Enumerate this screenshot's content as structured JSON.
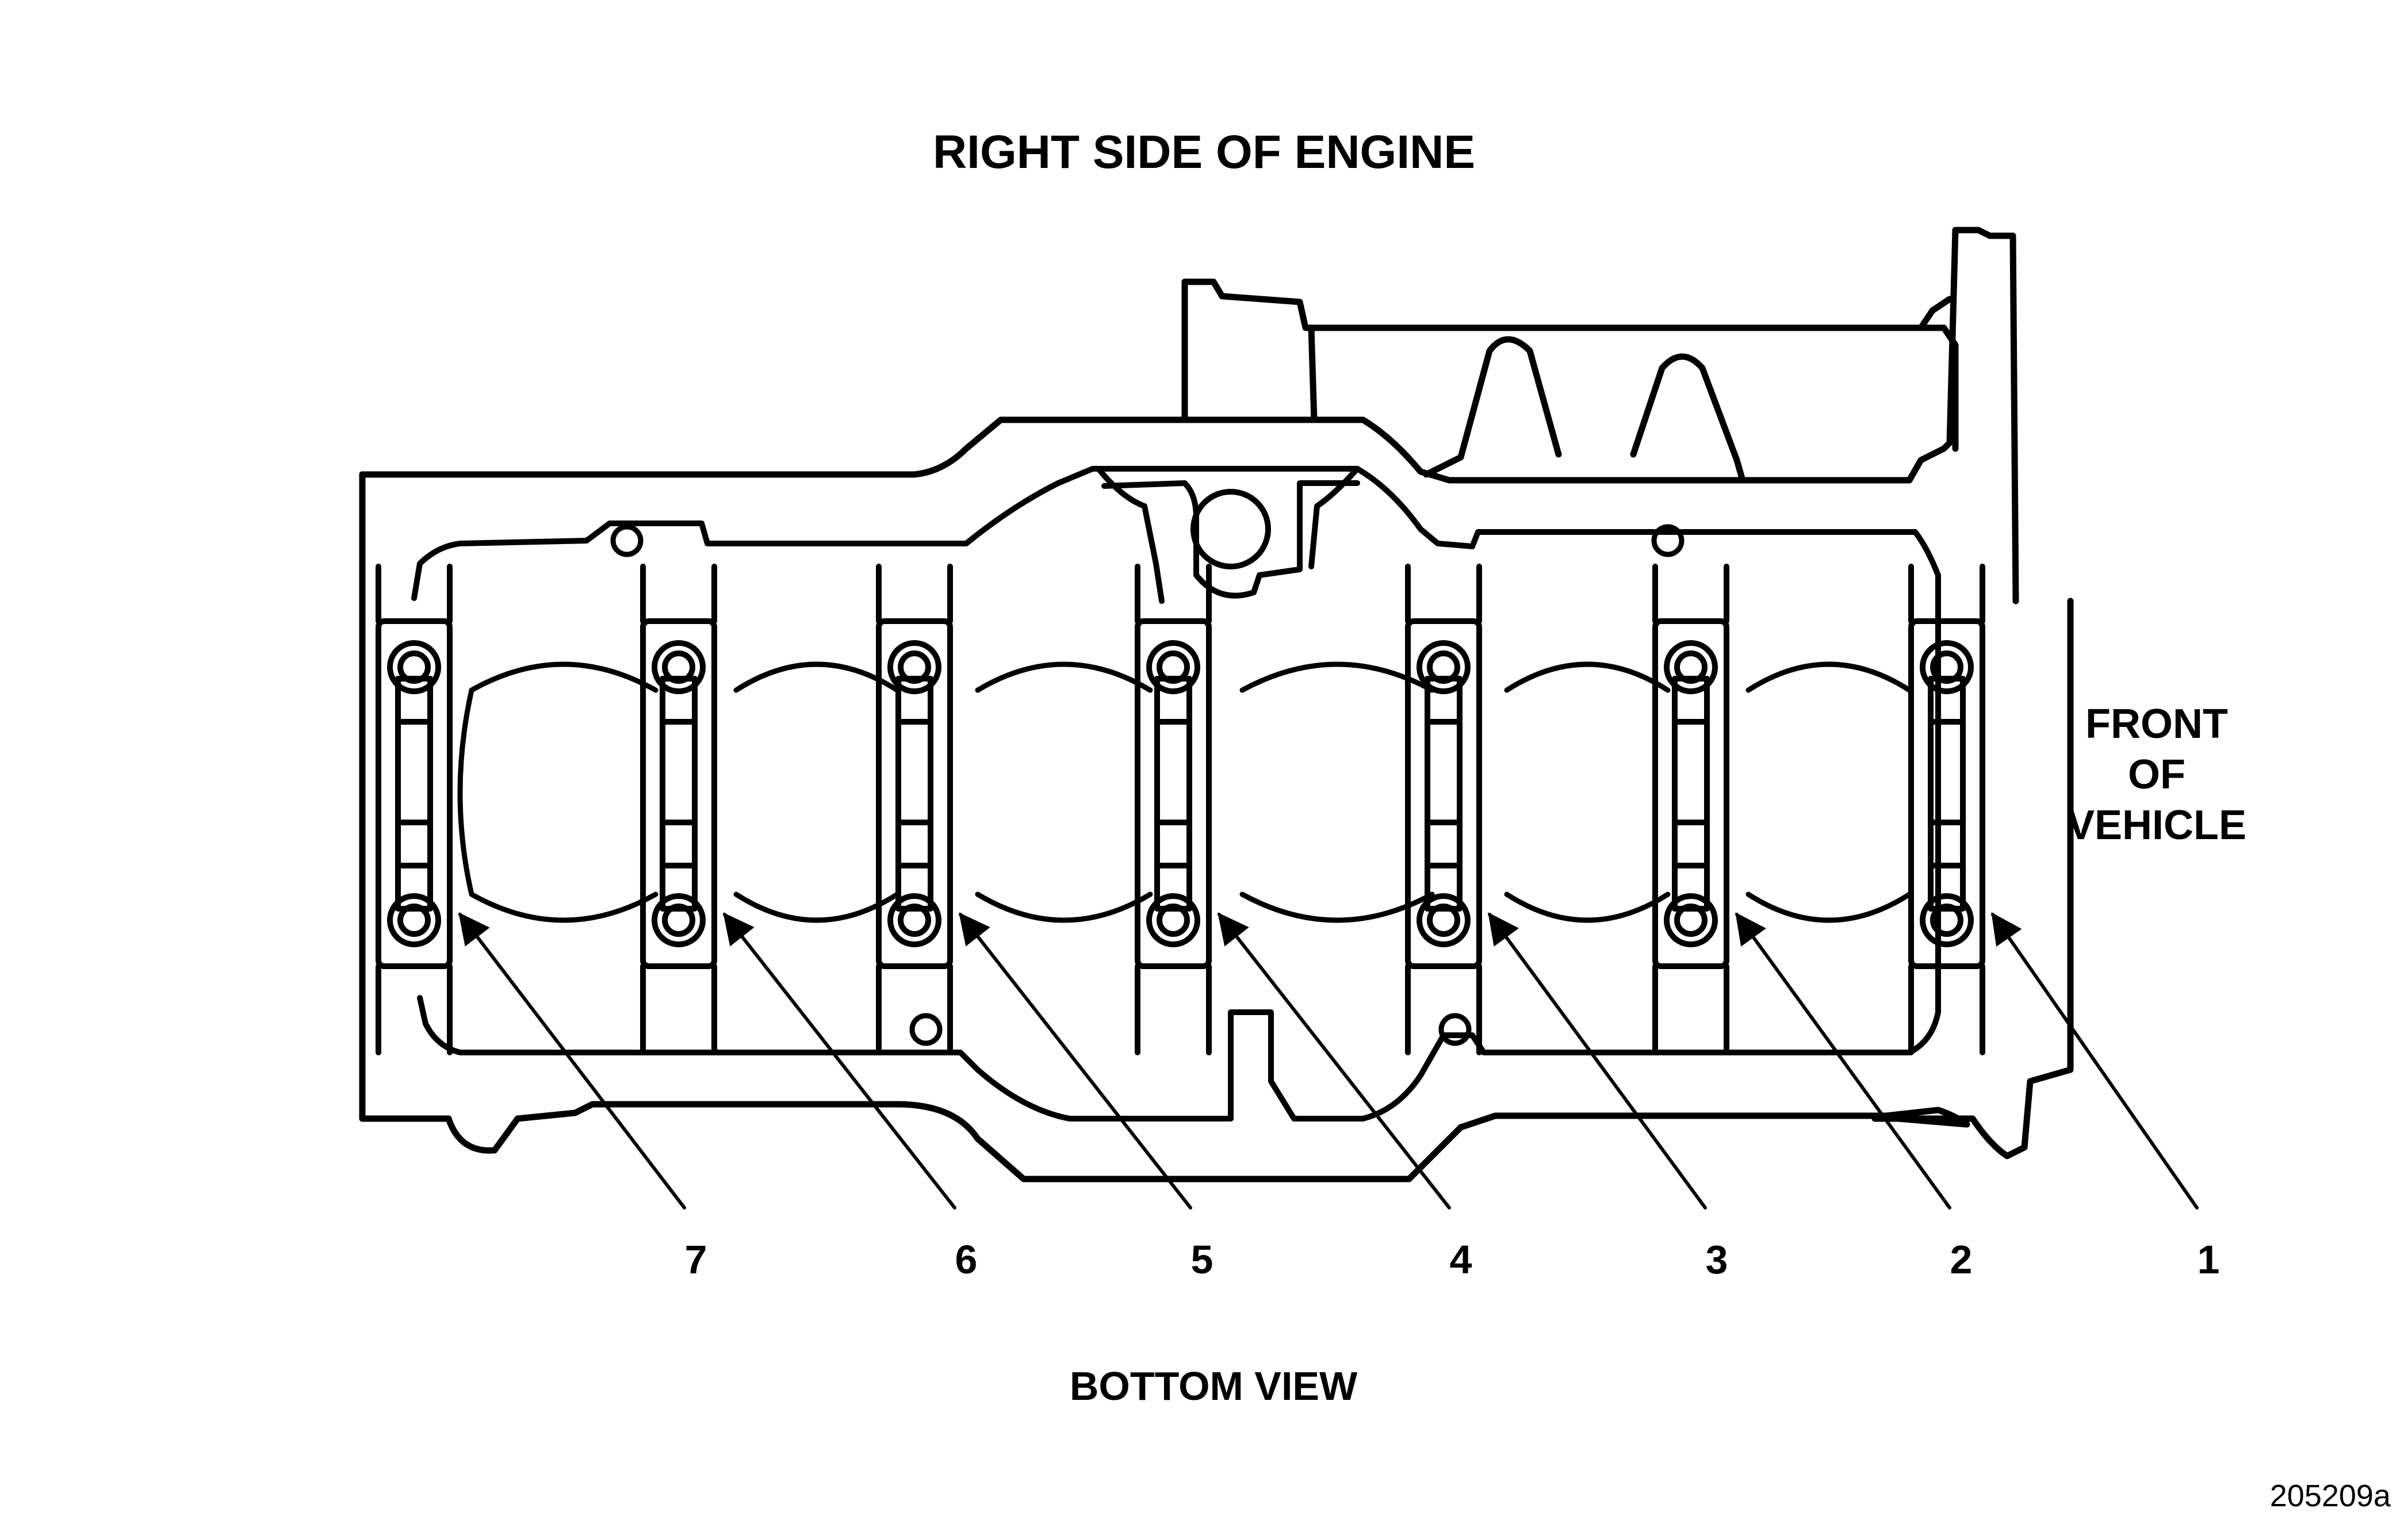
{
  "title": "RIGHT SIDE OF ENGINE",
  "front_label": [
    "FRONT",
    "OF",
    "VEHICLE"
  ],
  "view_label": "BOTTOM VIEW",
  "figure_id": "205209a",
  "callouts": [
    "7",
    "6",
    "5",
    "4",
    "3",
    "2",
    "1"
  ],
  "line_color": "#000000",
  "background": "#ffffff"
}
